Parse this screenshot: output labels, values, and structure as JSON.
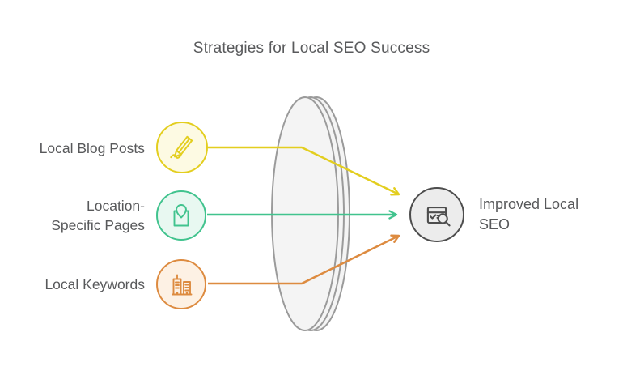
{
  "title": "Strategies for Local SEO Success",
  "nodes": {
    "inputs": [
      {
        "label": "Local Blog Posts",
        "icon": "pen-signature-icon",
        "accent": "#e3ce1f",
        "fill": "#fdfae3"
      },
      {
        "label": "Location-\nSpecific Pages",
        "icon": "map-pin-icon",
        "accent": "#41c38e",
        "fill": "#e8f8f1"
      },
      {
        "label": "Local Keywords",
        "icon": "buildings-icon",
        "accent": "#dd8b40",
        "fill": "#fdf1e4"
      }
    ],
    "output": {
      "label": "Improved Local\nSEO",
      "icon": "serp-magnifier-icon",
      "accent": "#4d4d4d",
      "fill": "#ececec"
    }
  },
  "lens": {
    "stroke": "#9b9b9b",
    "fill": "#f4f4f4"
  },
  "connector_colors": {
    "yellow": "#e3ce1f",
    "green": "#41c38e",
    "orange": "#dd8b40"
  },
  "text_color": "#58595b"
}
